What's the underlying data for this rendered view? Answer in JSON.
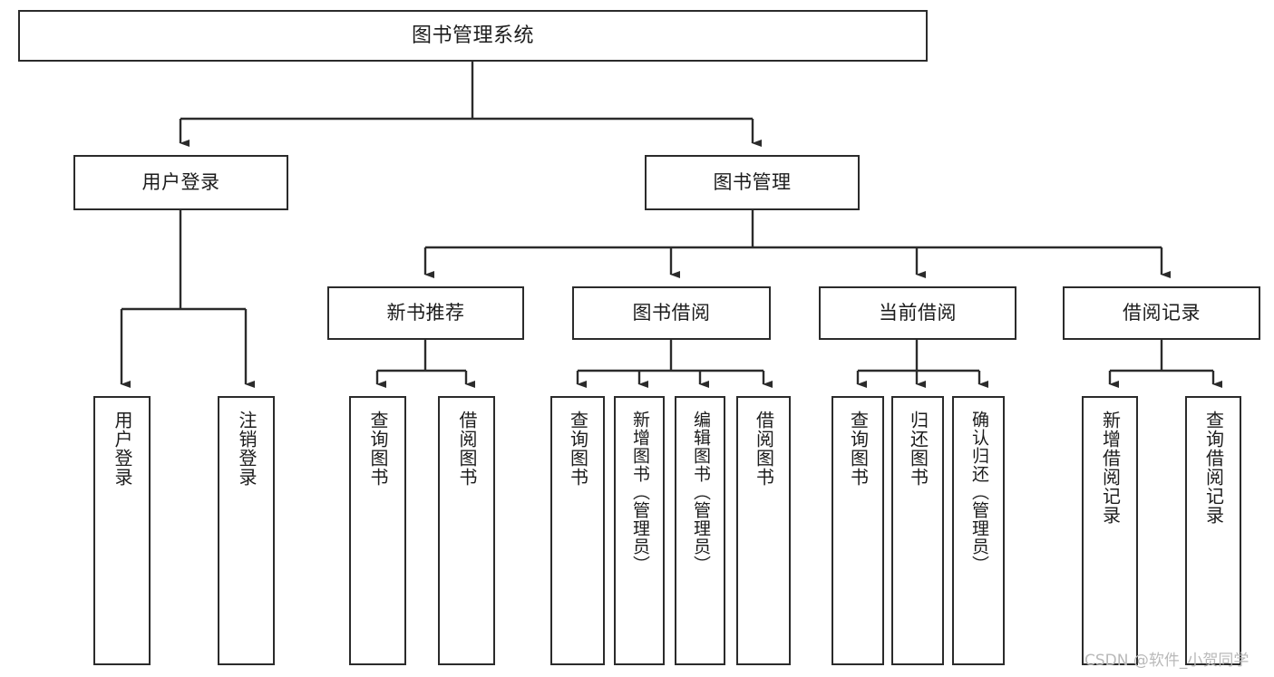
{
  "diagram": {
    "title": "图书管理系统",
    "type": "tree",
    "watermark": "CSDN @软件_小贺同学",
    "colors": {
      "border": "#2b2b2b",
      "text": "#1c1c1c",
      "background": "#ffffff",
      "watermark": "#b9b9b9"
    },
    "nodes": {
      "root": {
        "label": "图书管理系统"
      },
      "level2": [
        {
          "id": "user-login",
          "label": "用户登录"
        },
        {
          "id": "book-manage",
          "label": "图书管理"
        }
      ],
      "level3": [
        {
          "id": "new-book-recommend",
          "label": "新书推荐"
        },
        {
          "id": "book-borrow",
          "label": "图书借阅"
        },
        {
          "id": "current-borrow",
          "label": "当前借阅"
        },
        {
          "id": "borrow-record",
          "label": "借阅记录"
        }
      ],
      "leaves": [
        {
          "id": "leaf-user-login",
          "label": "用户登录"
        },
        {
          "id": "leaf-logout-login",
          "label": "注销登录"
        },
        {
          "id": "leaf-query-book-1",
          "label": "查询图书"
        },
        {
          "id": "leaf-borrow-book-1",
          "label": "借阅图书"
        },
        {
          "id": "leaf-query-book-2",
          "label": "查询图书"
        },
        {
          "id": "leaf-add-book",
          "label": "新增图书（管理员）"
        },
        {
          "id": "leaf-edit-book",
          "label": "编辑图书（管理员）"
        },
        {
          "id": "leaf-borrow-book-2",
          "label": "借阅图书"
        },
        {
          "id": "leaf-query-book-3",
          "label": "查询图书"
        },
        {
          "id": "leaf-return-book",
          "label": "归还图书"
        },
        {
          "id": "leaf-confirm-return",
          "label": "确认归还（管理员）"
        },
        {
          "id": "leaf-add-record",
          "label": "新增借阅记录"
        },
        {
          "id": "leaf-query-record",
          "label": "查询借阅记录"
        }
      ]
    }
  }
}
